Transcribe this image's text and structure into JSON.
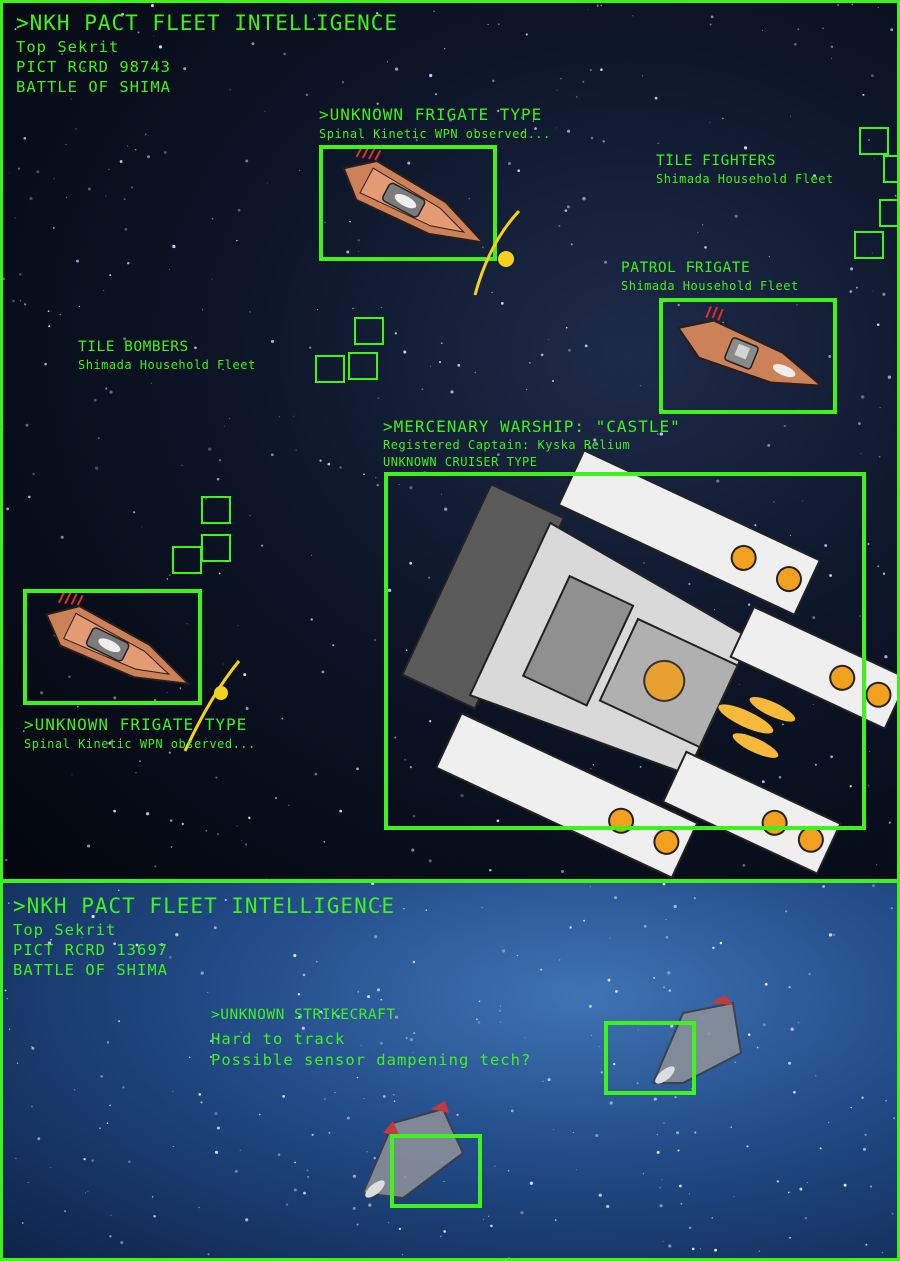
{
  "colors": {
    "hud_green": "#3ff21c",
    "space_dark": "#03060d",
    "space_blue": "#214a86"
  },
  "record1": {
    "header": ">NKH PACT FLEET INTELLIGENCE",
    "classification": "Top Sekrit",
    "record": "PICT RCRD 98743",
    "location": "BATTLE OF SHIMA",
    "annotations": {
      "frigate_top": {
        "title": ">UNKNOWN FRIGATE TYPE",
        "note": "Spinal Kinetic WPN observed..."
      },
      "tile_fighters": {
        "title": "TILE FIGHTERS",
        "note": "Shimada Household Fleet"
      },
      "patrol_frigate": {
        "title": "PATROL FRIGATE",
        "note": "Shimada Household Fleet"
      },
      "tile_bombers": {
        "title": "TILE BOMBERS",
        "note": "Shimada Household Fleet"
      },
      "warship": {
        "title": ">MERCENARY WARSHIP: \"CASTLE\"",
        "captain": "Registered Captain: Kyska Relium",
        "type": "UNKNOWN CRUISER TYPE"
      },
      "frigate_left": {
        "title": ">UNKNOWN FRIGATE TYPE",
        "note": "Spinal Kinetic WPN observed..."
      }
    }
  },
  "record2": {
    "header": ">NKH PACT FLEET INTELLIGENCE",
    "classification": "Top Sekrit",
    "record": "PICT RCRD 13697",
    "location": "BATTLE OF SHIMA",
    "annotations": {
      "strikecraft": {
        "title": ">UNKNOWN STRIKECRAFT",
        "line1": "Hard to track",
        "line2": "Possible sensor dampening tech?"
      }
    }
  }
}
